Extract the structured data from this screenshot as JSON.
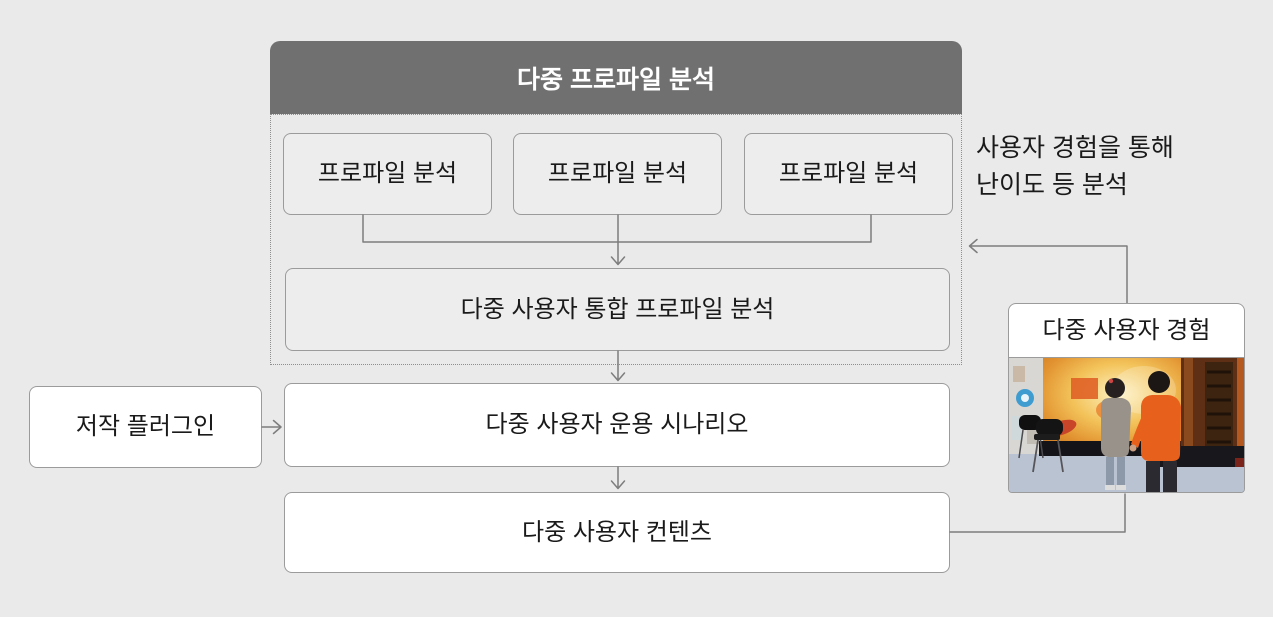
{
  "diagram": {
    "title_box": "다중 프로파일 분석",
    "profile_boxes": [
      {
        "label": "프로파일 분석"
      },
      {
        "label": "프로파일 분석"
      },
      {
        "label": "프로파일 분석"
      }
    ],
    "integrated_box": "다중 사용자 통합 프로파일 분석",
    "scenario_box": "다중 사용자 운용 시나리오",
    "content_box": "다중 사용자 컨텐츠",
    "plugin_box": "저작 플러그인",
    "experience_label": "다중 사용자 경험",
    "annotation": {
      "line1": "사용자 경험을 통해",
      "line2": "난이도 등 분석"
    },
    "colors": {
      "background": "#eaeaea",
      "header_bg": "#707070",
      "header_text": "#ffffff",
      "box_border": "#9b9b9b",
      "gray_box_bg": "#ededed",
      "white_box_bg": "#ffffff",
      "connector": "#7d7d7d",
      "text": "#1a1a1a"
    }
  }
}
